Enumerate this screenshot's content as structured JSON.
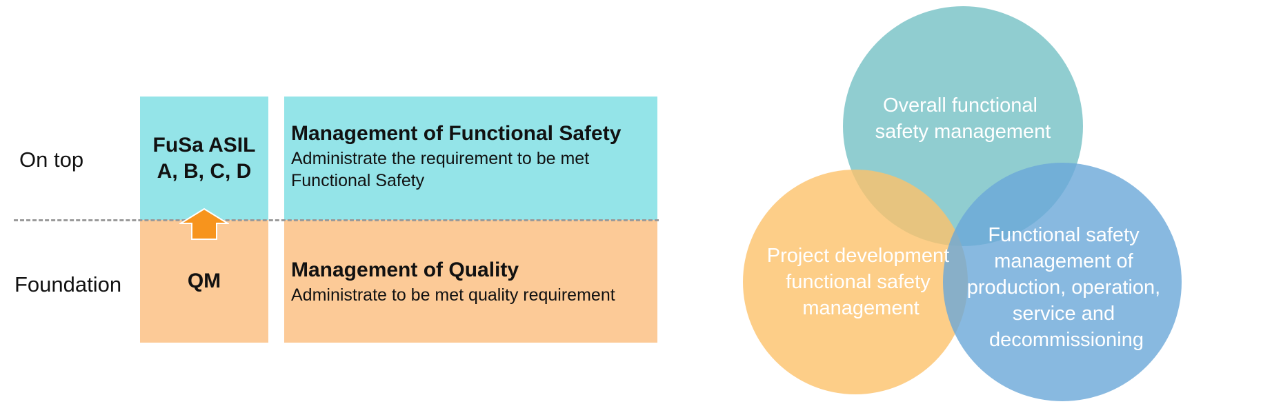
{
  "left_diagram": {
    "layers": {
      "on_top_label": "On top",
      "foundation_label": "Foundation"
    },
    "fusa_box": {
      "line1": "FuSa ASIL",
      "line2": "A, B, C, D"
    },
    "qm_box": {
      "label": "QM"
    },
    "functional_safety": {
      "title": "Management of Functional Safety",
      "line1": "Administrate the requirement to be met",
      "line2": "Functional Safety"
    },
    "quality": {
      "title": "Management of Quality",
      "line1": "Administrate to be met quality requirement"
    }
  },
  "venn": {
    "overall": [
      "Overall functional",
      "safety management"
    ],
    "project": [
      "Project development",
      "functional safety",
      "management"
    ],
    "production": [
      "Functional safety",
      "management of",
      "production, operation,",
      "service and",
      "decommissioning"
    ]
  },
  "colors": {
    "teal_box": "#94e4e8",
    "peach_box": "#fcca97",
    "arrow": "#f7941d",
    "circle_overall": "#7cc4c8",
    "circle_project": "#fdc26a",
    "circle_production": "#6aa8d8"
  }
}
